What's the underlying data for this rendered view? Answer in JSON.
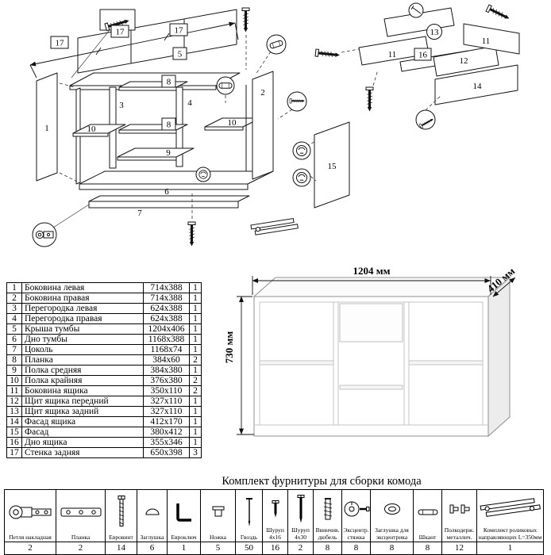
{
  "diagram": {
    "dim_17_1": "17",
    "dim_17_2": "17",
    "dim_17_3": "17",
    "label_1": "1",
    "label_2": "2",
    "label_3": "3",
    "label_4": "4",
    "label_5": "5",
    "label_6": "6",
    "label_7": "7",
    "label_8_top": "8",
    "label_8_mid": "8",
    "label_9": "9",
    "label_10_left": "10",
    "label_10_right": "10",
    "label_15": "15",
    "drawer_11_left": "11",
    "drawer_11_right": "11",
    "drawer_12": "12",
    "drawer_13": "13",
    "drawer_14": "14",
    "drawer_16": "16"
  },
  "parts_table": {
    "rows": [
      {
        "num": "1",
        "name": "Боковина левая",
        "size": "714x388",
        "qty": "1"
      },
      {
        "num": "2",
        "name": "Боковина правая",
        "size": "714x388",
        "qty": "1"
      },
      {
        "num": "3",
        "name": "Перегородка левая",
        "size": "624x388",
        "qty": "1"
      },
      {
        "num": "4",
        "name": "Перегородка правая",
        "size": "624x388",
        "qty": "1"
      },
      {
        "num": "5",
        "name": "Крыша тумбы",
        "size": "1204x406",
        "qty": "1"
      },
      {
        "num": "6",
        "name": "Дно тумбы",
        "size": "1168x388",
        "qty": "1"
      },
      {
        "num": "7",
        "name": "Цоколь",
        "size": "1168x74",
        "qty": "1"
      },
      {
        "num": "8",
        "name": "Планка",
        "size": "384x60",
        "qty": "2"
      },
      {
        "num": "9",
        "name": "Полка средняя",
        "size": "384x380",
        "qty": "1"
      },
      {
        "num": "10",
        "name": "Полка крайняя",
        "size": "376x380",
        "qty": "2"
      },
      {
        "num": "11",
        "name": "Боковина ящика",
        "size": "350x110",
        "qty": "2"
      },
      {
        "num": "12",
        "name": "Щит ящика передний",
        "size": "327x110",
        "qty": "1"
      },
      {
        "num": "13",
        "name": "Щит ящика задний",
        "size": "327x110",
        "qty": "1"
      },
      {
        "num": "14",
        "name": "Фасад ящика",
        "size": "412x170",
        "qty": "1"
      },
      {
        "num": "15",
        "name": "Фасад",
        "size": "380x412",
        "qty": "1"
      },
      {
        "num": "16",
        "name": "Дно ящика",
        "size": "355x346",
        "qty": "1"
      },
      {
        "num": "17",
        "name": "Стенка задняя",
        "size": "650x398",
        "qty": "3"
      }
    ]
  },
  "render": {
    "width_label": "1204 мм",
    "depth_label": "410 мм",
    "height_label": "730 мм"
  },
  "hardware": {
    "title": "Комплект фурнитуры для сборки комода",
    "items": [
      {
        "label": "Петля накладная",
        "qty": "2"
      },
      {
        "label": "Планка",
        "qty": "2"
      },
      {
        "label": "Евровинт",
        "qty": "14"
      },
      {
        "label": "Заглушка",
        "qty": "6"
      },
      {
        "label": "Евроключ",
        "qty": "1"
      },
      {
        "label": "Ножка",
        "qty": "5"
      },
      {
        "label": "Гвоздь",
        "qty": "50"
      },
      {
        "label": "Шуруп 4x16",
        "qty": "16"
      },
      {
        "label": "Шуруп 4x30",
        "qty": "2"
      },
      {
        "label": "Ввинчив. дюбель",
        "qty": "8"
      },
      {
        "label": "Эксцентр. стяжка",
        "qty": "8"
      },
      {
        "label": "Заглушка для эксцентрика",
        "qty": "8"
      },
      {
        "label": "Шкант",
        "qty": "8"
      },
      {
        "label": "Полкодерж. металлич.",
        "qty": "12"
      },
      {
        "label": "Комплект роликовых направляющих L=350мм",
        "qty": "1"
      }
    ]
  }
}
